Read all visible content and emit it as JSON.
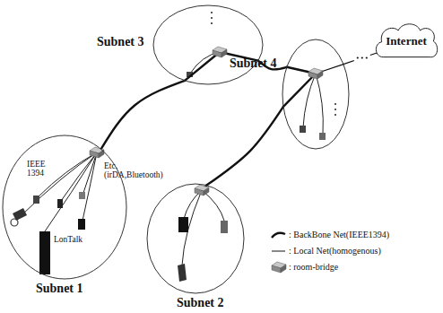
{
  "diagram": {
    "nodes": [
      {
        "text": [
          "Subnet 3"
        ]
      },
      {
        "text": [
          "Internet"
        ]
      },
      {
        "text": [
          "Subnet 4"
        ]
      },
      {
        "text": [
          "Subnet 1"
        ]
      },
      {
        "text": [
          "Subnet 2"
        ]
      }
    ],
    "edges": [
      {
        "from": 3,
        "to": 0,
        "arrow": "none"
      },
      {
        "from": 0,
        "to": 2,
        "arrow": "none"
      },
      {
        "from": 2,
        "to": 4,
        "arrow": "none"
      },
      {
        "from": 2,
        "to": 1,
        "arrow": "none"
      }
    ],
    "labels": [
      "IEEE 1394",
      "Etc. (irDA,Bluetooth)",
      "LonTalk"
    ],
    "legend": [
      {
        "text": ": BackBone Net(IEEE1394)"
      },
      {
        "text": ": Local Net(homogenous)"
      },
      {
        "text": ": room-bridge"
      }
    ]
  }
}
